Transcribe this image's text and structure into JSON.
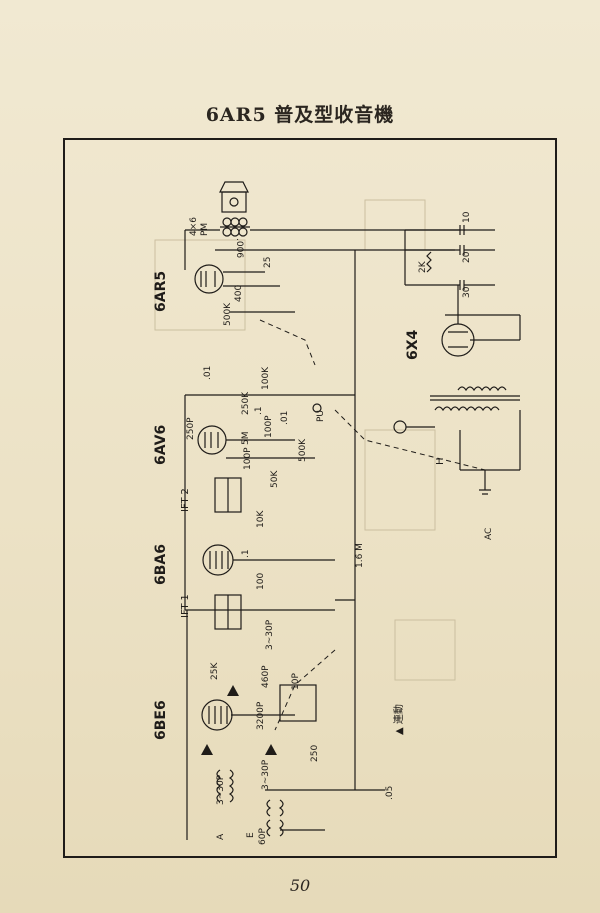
{
  "page": {
    "title": "6AR5 普及型收音機",
    "page_number": "50"
  },
  "tubes": {
    "output": "6AR5",
    "detector": "6AV6",
    "if_amp": "6BA6",
    "converter": "6BE6",
    "rectifier": "6X4"
  },
  "transformers": {
    "ift2": "IFT-2",
    "ift1": "IFT-1"
  },
  "speaker": {
    "size": "4×6",
    "type": "PM"
  },
  "component_labels": {
    "c_speaker": ".006",
    "c_6ar5_cathode": "25",
    "r_6ar5_cathode": "400",
    "r_6ar5_grid": "500K",
    "c_filter_10": "10",
    "c_filter_20": "20",
    "c_filter_30": "30",
    "r_filter": "2K",
    "c_01": ".01",
    "r_100k": "100K",
    "r_250k": "250K",
    "r_5m": "5M",
    "c_1": ".1",
    "c_100p_a": "100P",
    "c_01_b": ".01",
    "c_250p": "250P",
    "c_100p_b": "100P",
    "r_500k_vol": "500K",
    "r_50k": "50K",
    "pickup": "PU",
    "r_10k": "10K",
    "c_1_b": ".1",
    "r_100": "100",
    "r_1_6m": "1.6 M",
    "c_3_30p_a": "3~30P",
    "c_460p": "460P",
    "c_10p": "10P",
    "r_25k": "25K",
    "c_3200p": "3200P",
    "r_250": "250",
    "c_3_30p_b": "3~30P",
    "c_3_30p_c": "3~30P",
    "c_05": ".05",
    "c_60p": "60P",
    "heater_label": "H",
    "ac_plug": "AC",
    "antenna_label": "A",
    "earth_label": "E",
    "gang_note": "連動"
  }
}
